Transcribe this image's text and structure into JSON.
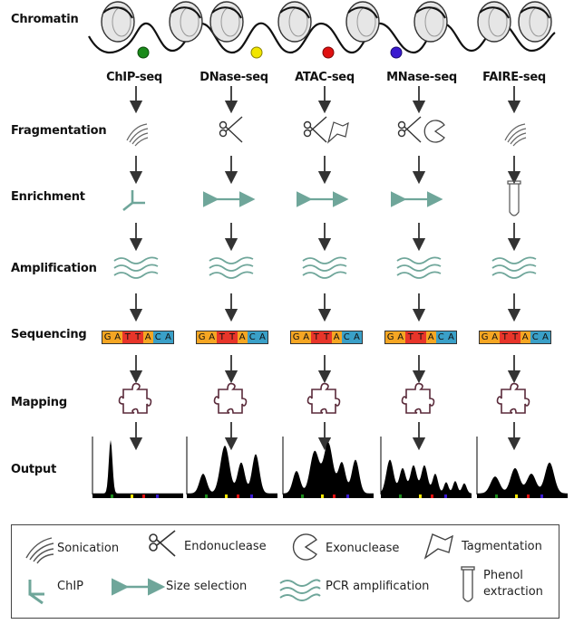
{
  "stages": {
    "chromatin": "Chromatin",
    "fragmentation": "Fragmentation",
    "enrichment": "Enrichment",
    "amplification": "Amplification",
    "sequencing": "Sequencing",
    "mapping": "Mapping",
    "output": "Output"
  },
  "methods": [
    "ChIP-seq",
    "DNase-seq",
    "ATAC-seq",
    "MNase-seq",
    "FAIRE-seq"
  ],
  "sequence_letters": [
    "G",
    "A",
    "T",
    "T",
    "A",
    "C",
    "A"
  ],
  "sequence_colors": [
    "#f5a623",
    "#f5a623",
    "#e8352a",
    "#e8352a",
    "#f5a623",
    "#3aa0c8",
    "#3aa0c8"
  ],
  "colors": {
    "accent": "#6fa69a",
    "enzyme": "#5a2a3a",
    "marker_green": "#1a8a1a",
    "marker_yellow": "#f2e600",
    "marker_red": "#e01010",
    "marker_blue": "#3a1ad0"
  },
  "legend": {
    "sonication": "Sonication",
    "endonuclease": "Endonuclease",
    "exonuclease": "Exonuclease",
    "tagmentation": "Tagmentation",
    "chip": "ChIP",
    "size_selection": "Size selection",
    "pcr": "PCR amplification",
    "phenol_line1": "Phenol",
    "phenol_line2": "extraction"
  }
}
